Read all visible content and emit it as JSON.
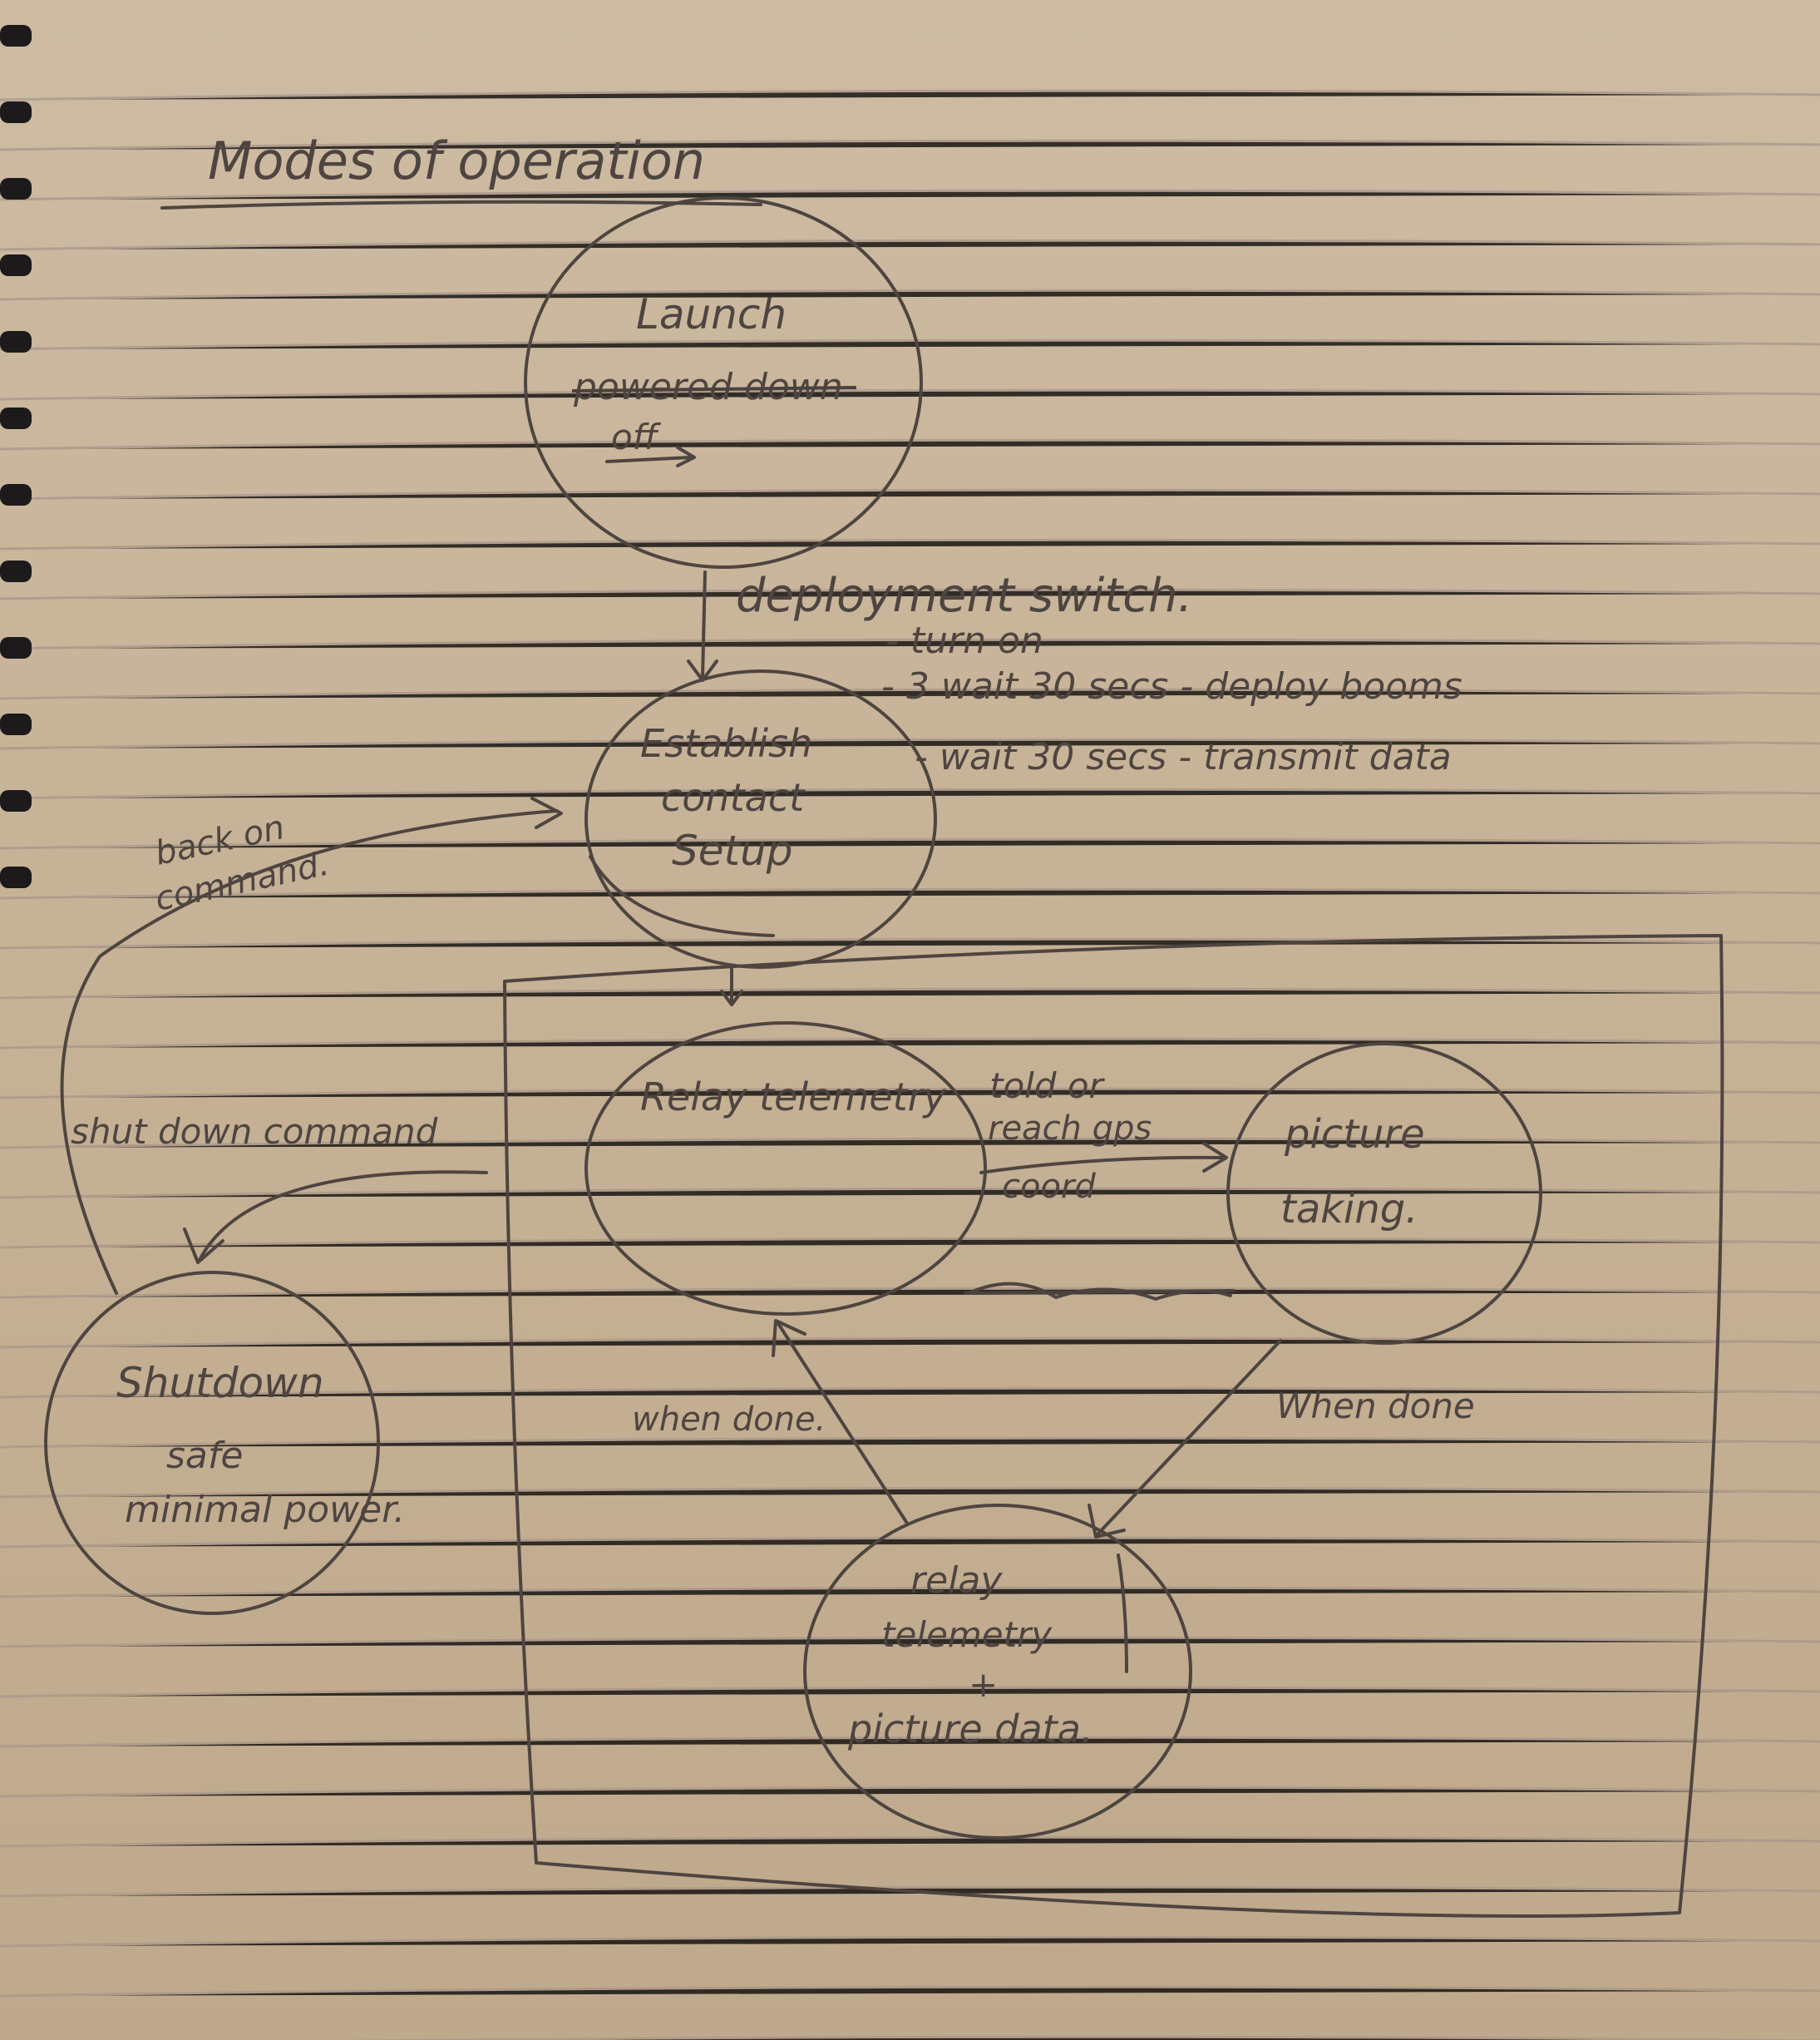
{
  "title": "Modes of operation",
  "states": {
    "launch": {
      "name": "Launch",
      "crossed_out": "powered down",
      "note": "off"
    },
    "establish": {
      "line1": "Establish",
      "line2": "contact",
      "line3": "Setup"
    },
    "relay_telemetry": {
      "label": "Relay telemetry"
    },
    "picture_taking": {
      "line1": "picture",
      "line2": "taking."
    },
    "relay_picture": {
      "line1": "relay",
      "line2": "telemetry",
      "line3": "+",
      "line4": "picture data."
    },
    "shutdown": {
      "line1": "Shutdown",
      "line2": "safe",
      "line3": "minimal power."
    }
  },
  "transitions": {
    "deployment": {
      "label": "deployment switch.",
      "steps": [
        "- turn on",
        "- 3 wait 30 secs - deploy booms",
        "- wait 30 secs - transmit data"
      ]
    },
    "told_or_reach": {
      "line1": "told or",
      "line2": "reach gps",
      "line3": "coord"
    },
    "when_done_left": "when done.",
    "when_done_right": "When done",
    "shutdown_command": "shut down command",
    "back_on_command": {
      "line1": "back on",
      "line2": "command."
    }
  }
}
